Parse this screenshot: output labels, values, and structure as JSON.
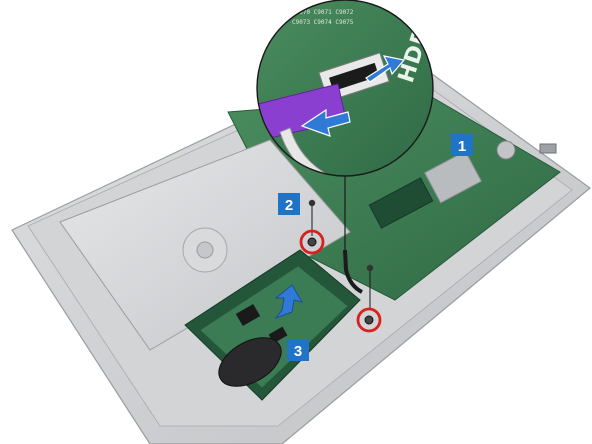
{
  "figure": {
    "step_labels": [
      "1",
      "2",
      "3"
    ],
    "inset_labels": {
      "drive_marking": "HDD"
    },
    "colors": {
      "callout_blue": "#1f74c8",
      "screw_circle": "#d8201c",
      "board_green": "#3a7a50",
      "cable_purple": "#8a3fd0",
      "chassis_gray": "#c9cacc"
    }
  }
}
